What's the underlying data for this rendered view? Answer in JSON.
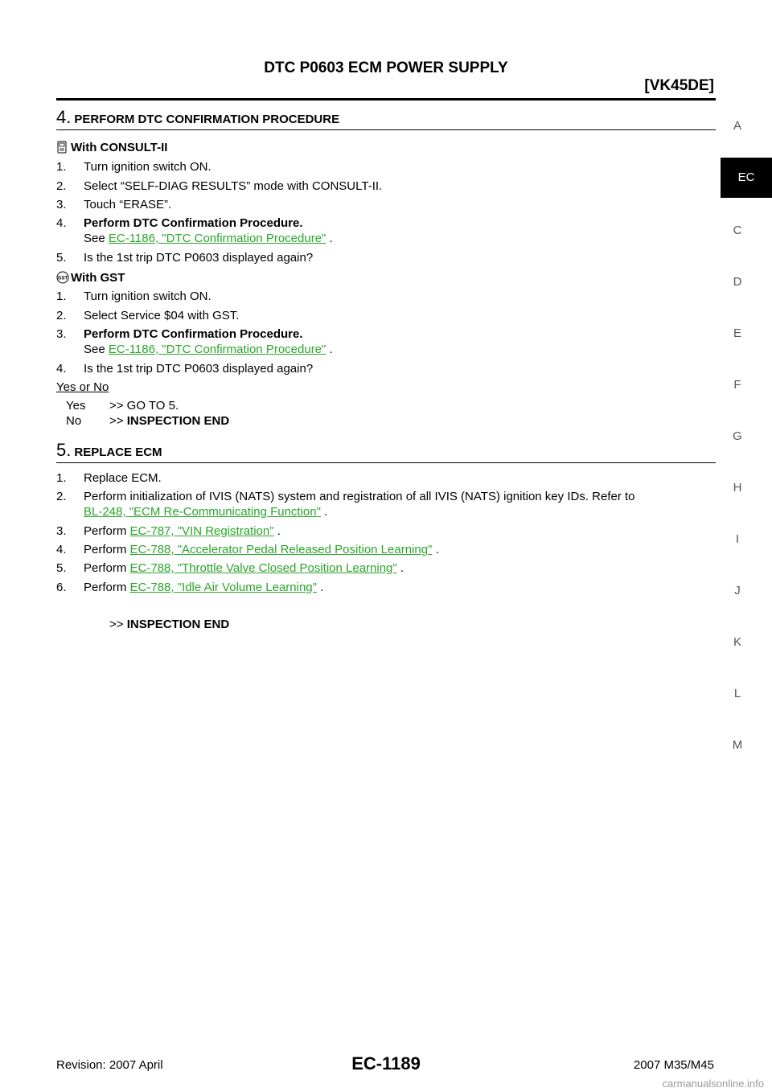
{
  "header": {
    "title": "DTC P0603 ECM POWER SUPPLY",
    "engine": "[VK45DE]"
  },
  "sidebar": {
    "letters": [
      "A",
      "EC",
      "C",
      "D",
      "E",
      "F",
      "G",
      "H",
      "I",
      "J",
      "K",
      "L",
      "M"
    ],
    "active": "EC"
  },
  "step4": {
    "num": "4.",
    "title": "PERFORM DTC CONFIRMATION PROCEDURE",
    "consult_heading": "With CONSULT-II",
    "consult_steps": [
      "1.",
      "Turn ignition switch ON.",
      "2.",
      "Select “SELF-DIAG RESULTS” mode with CONSULT-II.",
      "3.",
      "Touch “ERASE”.",
      "4.",
      "Perform DTC Confirmation Procedure."
    ],
    "see_prefix": "See",
    "see_link": "EC-1186, \"DTC Confirmation Procedure\"",
    "see_suffix": ".",
    "consult_step5_num": "5.",
    "consult_step5": "Is the 1st trip DTC P0603 displayed again?",
    "gst_heading": "With GST",
    "gst_step1": "Turn ignition switch ON.",
    "gst_step2": "Select Service $04 with GST.",
    "gst_step3": "Perform DTC Confirmation Procedure.",
    "gst_step4": "Is the 1st trip DTC P0603 displayed again?",
    "yes_or_no": "Yes or No",
    "yes_label": "Yes",
    "yes_action": ">> GO TO 5.",
    "no_label": "No",
    "no_prefix": ">>",
    "no_action": "INSPECTION END"
  },
  "step5": {
    "num": "5.",
    "title": "REPLACE ECM",
    "s1": "Replace ECM.",
    "s2": "Perform initialization of IVIS (NATS) system and registration of all IVIS (NATS) ignition key IDs. Refer to",
    "s2_link": "BL-248, \"ECM Re-Communicating Function\"",
    "perform": "Perform",
    "s3_link": "EC-787, \"VIN Registration\"",
    "s4_link": "EC-788, \"Accelerator Pedal Released Position Learning\"",
    "s5_link": "EC-788, \"Throttle Valve Closed Position Learning\"",
    "s6_link": "EC-788, \"Idle Air Volume Learning\"",
    "dot": ".",
    "end_prefix": ">>",
    "end": "INSPECTION END"
  },
  "footer": {
    "revision": "Revision: 2007 April",
    "page": "EC-1189",
    "model": "2007 M35/M45",
    "watermark": "carmanualsonline.info"
  }
}
